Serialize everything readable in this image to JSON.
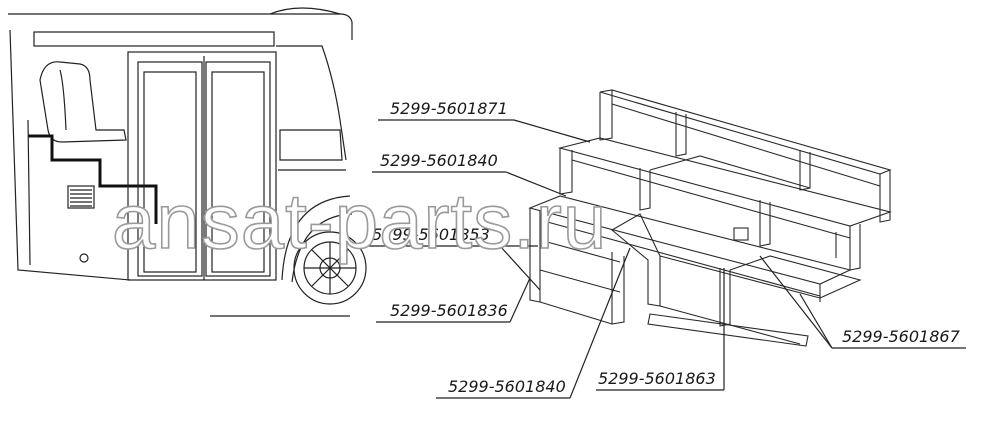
{
  "watermark": "ansat-parts.ru",
  "labels": [
    {
      "id": "label-1",
      "text": "5299-5601871"
    },
    {
      "id": "label-2",
      "text": "5299-5601840"
    },
    {
      "id": "label-3",
      "text": "5299-5601853"
    },
    {
      "id": "label-4",
      "text": "5299-5601836"
    },
    {
      "id": "label-5",
      "text": "5299-5601840"
    },
    {
      "id": "label-6",
      "text": "5299-5601863"
    },
    {
      "id": "label-7",
      "text": "5299-5601867"
    }
  ]
}
